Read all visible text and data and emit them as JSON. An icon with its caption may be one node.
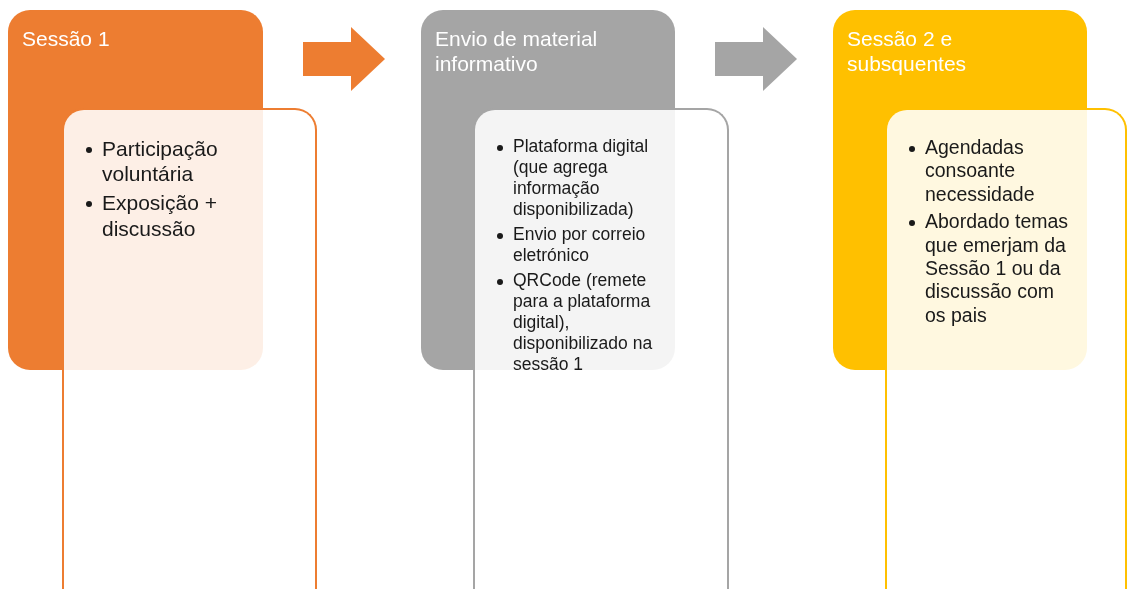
{
  "diagram": {
    "nodes": [
      {
        "text": [
          "Sessão 1"
        ]
      },
      {
        "text": [
          "Participação voluntária",
          "Exposição + discussão"
        ]
      },
      {
        "text": [
          "Envio de material informativo"
        ]
      },
      {
        "text": [
          "Plataforma digital (que agrega informação disponibilizada)",
          "Envio por correio eletrónico",
          "QRCode (remete para a plataforma digital), disponibilizado na sessão 1"
        ]
      },
      {
        "text": [
          "Sessão 2 e subsquentes"
        ]
      },
      {
        "text": [
          "Agendadas consoante necessidade",
          "Abordado temas que emerjam da Sessão 1 ou da discussão com os pais"
        ]
      }
    ],
    "edges": [
      {
        "from": 0,
        "to": 2,
        "arrow": "to",
        "style": "thick",
        "color": "#ed7d31"
      },
      {
        "from": 2,
        "to": 4,
        "arrow": "to",
        "style": "thick",
        "color": "#a5a5a5"
      }
    ]
  }
}
